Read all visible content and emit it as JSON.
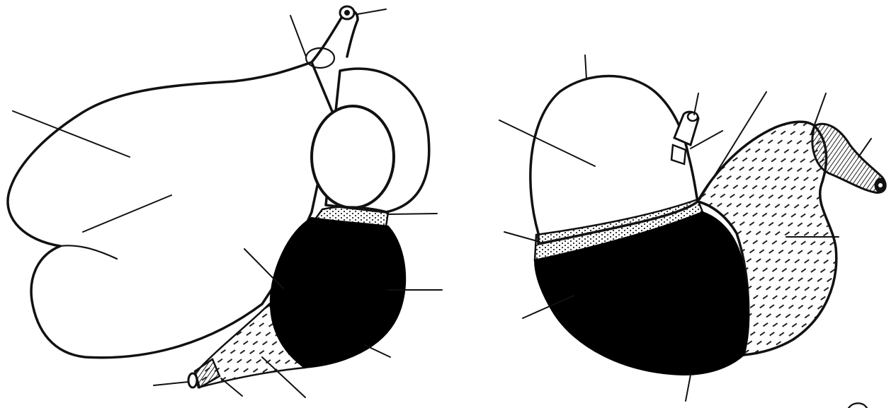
{
  "figure": {
    "panels": [
      {
        "name": "left-organ",
        "regions": [
          "lobed-body",
          "oval-chamber",
          "dotted-ring",
          "black-mass",
          "speckled-duct",
          "striped-tip",
          "tube-opening"
        ],
        "leader_lines": 13
      },
      {
        "name": "right-organ",
        "regions": [
          "upper-chamber",
          "small-tube",
          "dotted-band",
          "black-mass",
          "dashed-sac",
          "striped-duct",
          "duct-opening"
        ],
        "leader_lines": 10
      }
    ],
    "palette": {
      "ink": "#111111",
      "fill": "#ffffff",
      "solid": "#000000"
    },
    "labels": []
  }
}
